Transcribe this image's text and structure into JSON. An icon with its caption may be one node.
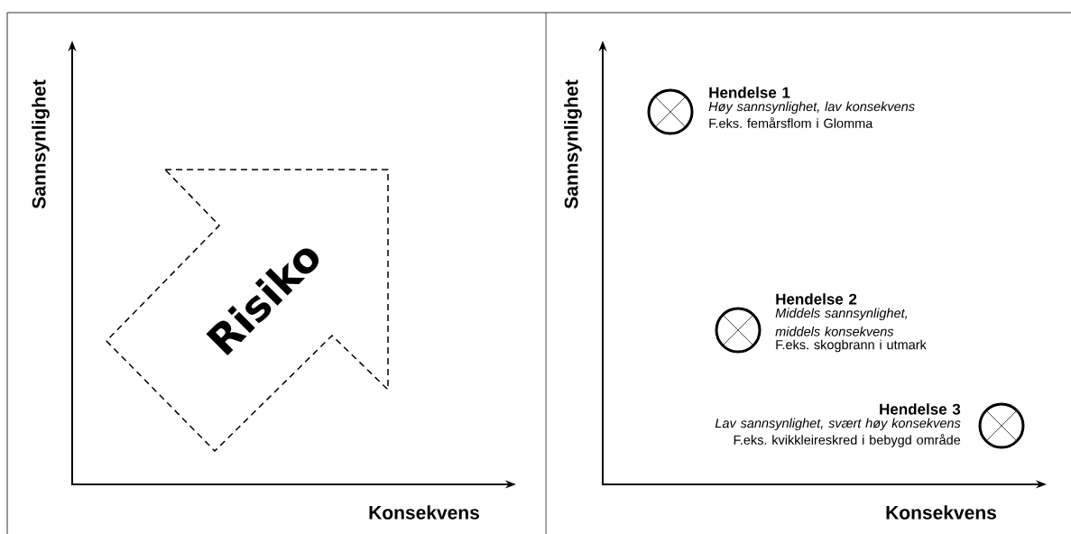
{
  "diagram": {
    "nodes": [
      {
        "text": [
          "Risiko"
        ]
      },
      {
        "text": [],
        "shape": "circle",
        "beside": [
          "Hendelse 1",
          "Høy sannsynlighet, lav konsekvens",
          "F.eks. femårsflom i Glomma"
        ]
      },
      {
        "text": [],
        "shape": "circle",
        "beside": [
          "Hendelse 2",
          "Middels sannsynlighet, middels konsekvens",
          "F.eks. skogbrann i utmark"
        ]
      },
      {
        "text": [],
        "shape": "circle",
        "beside": [
          "Hendelse 3",
          "Lav sannsynlighet, svært høy konsekvens",
          "F.eks. kvikkleireskred i bebygd område"
        ]
      }
    ],
    "labels": [
      "Sannsynlighet",
      "Konsekvens",
      "Sannsynlighet",
      "Konsekvens"
    ]
  }
}
